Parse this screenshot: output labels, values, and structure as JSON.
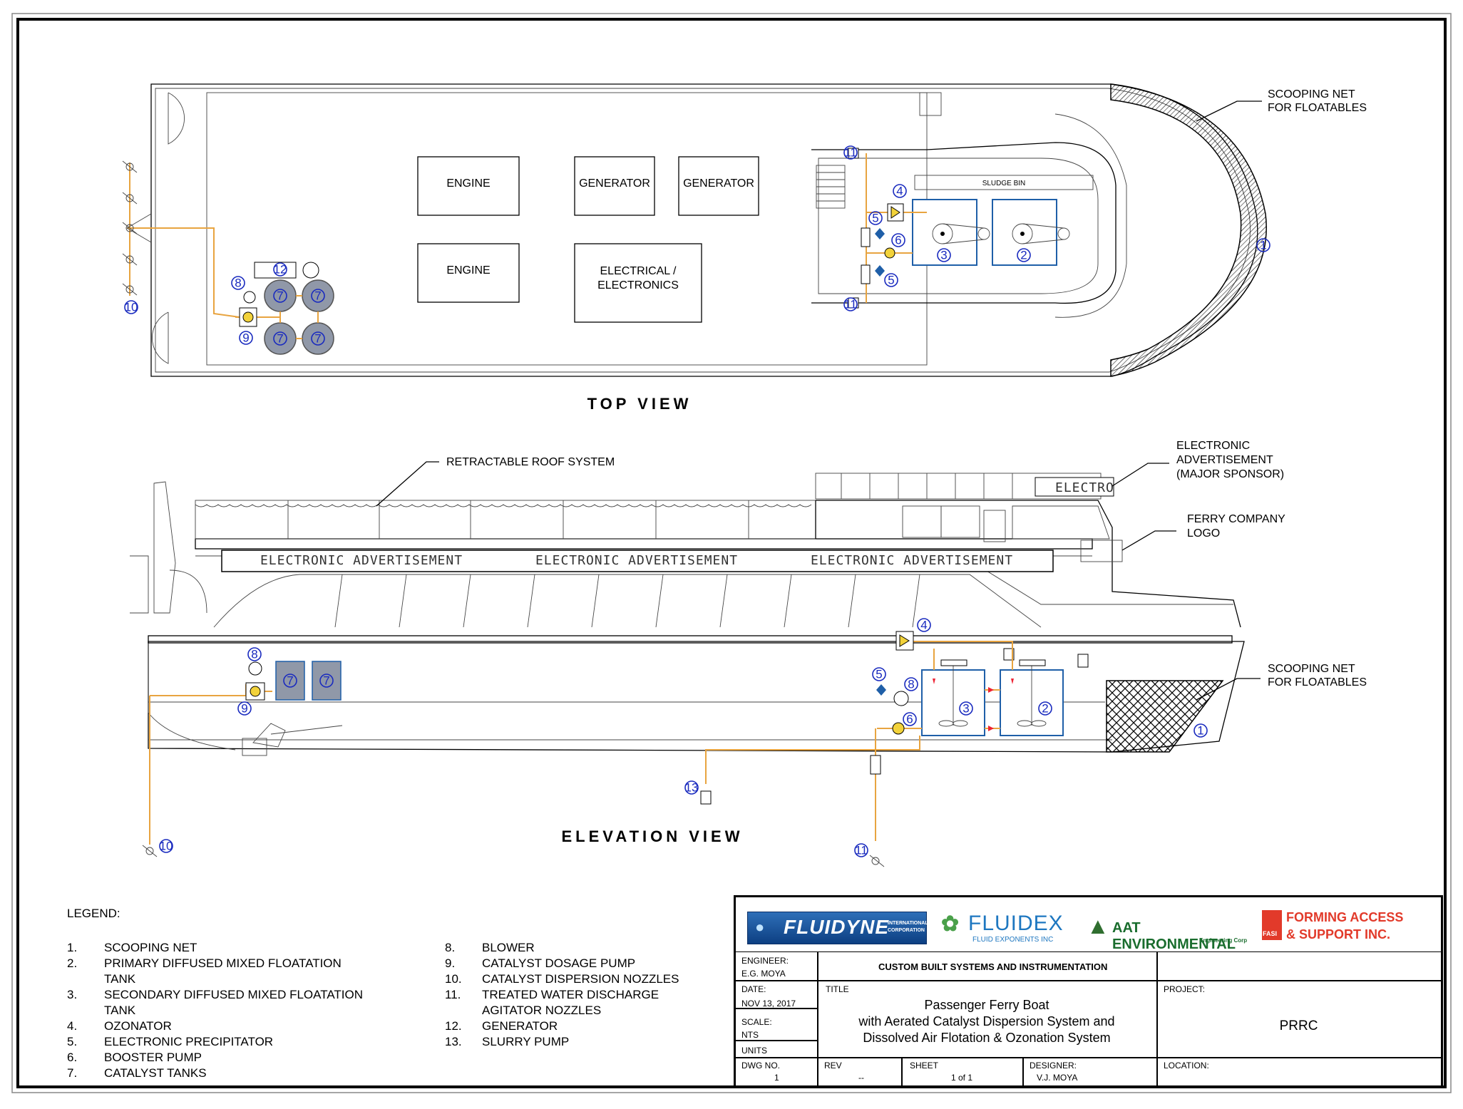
{
  "views": {
    "top_title": "TOP VIEW",
    "elevation_title": "ELEVATION VIEW"
  },
  "top_view": {
    "boxes": {
      "engine_1": "ENGINE",
      "engine_2": "ENGINE",
      "generator_1": "GENERATOR",
      "generator_2": "GENERATOR",
      "electrical_line1": "ELECTRICAL /",
      "electrical_line2": "ELECTRONICS",
      "sludge_bin": "SLUDGE BIN"
    }
  },
  "callouts": {
    "scooping_net_top_1": "SCOOPING NET",
    "scooping_net_top_2": "FOR FLOATABLES",
    "retractable_roof": "RETRACTABLE ROOF SYSTEM",
    "electronic_ad_1": "ELECTRONIC",
    "electronic_ad_2": "ADVERTISEMENT",
    "electronic_ad_3": "(MAJOR SPONSOR)",
    "ferry_logo_1": "FERRY COMPANY",
    "ferry_logo_2": "LOGO",
    "scooping_net_elev_1": "SCOOPING NET",
    "scooping_net_elev_2": "FOR FLOATABLES"
  },
  "elevation_view": {
    "ad_banner_1": "ELECTRONIC ADVERTISEMENT",
    "ad_banner_2": "ELECTRONIC ADVERTISEMENT",
    "ad_banner_3": "ELECTRONIC ADVERTISEMENT",
    "ad_sign": "ELECTRO"
  },
  "component_numbers": [
    "1",
    "2",
    "3",
    "4",
    "5",
    "6",
    "7",
    "8",
    "9",
    "10",
    "11",
    "12",
    "13"
  ],
  "legend": {
    "title": "LEGEND:",
    "items": [
      {
        "n": "1.",
        "t": "SCOOPING NET"
      },
      {
        "n": "2.",
        "t": "PRIMARY DIFFUSED MIXED FLOATATION TANK"
      },
      {
        "n": "3.",
        "t": "SECONDARY DIFFUSED MIXED FLOATATION TANK"
      },
      {
        "n": "4.",
        "t": "OZONATOR"
      },
      {
        "n": "5.",
        "t": "ELECTRONIC PRECIPITATOR"
      },
      {
        "n": "6.",
        "t": "BOOSTER PUMP"
      },
      {
        "n": "7.",
        "t": "CATALYST TANKS"
      },
      {
        "n": "8.",
        "t": "BLOWER"
      },
      {
        "n": "9.",
        "t": "CATALYST DOSAGE PUMP"
      },
      {
        "n": "10.",
        "t": "CATALYST DISPERSION NOZZLES"
      },
      {
        "n": "11.",
        "t": "TREATED WATER DISCHARGE"
      },
      {
        "n": "",
        "t": "AGITATOR NOZZLES"
      },
      {
        "n": "12.",
        "t": "GENERATOR"
      },
      {
        "n": "13.",
        "t": "SLURRY PUMP"
      }
    ]
  },
  "title_block": {
    "logos": {
      "fluidyne": "FLUIDYNE",
      "fluidyne_sub1": "INTERNATIONAL",
      "fluidyne_sub2": "CORPORATION",
      "fluidex": "FLUIDEX",
      "fluidex_sub": "FLUID EXPONENTS INC",
      "maat": "AAT ENVIRONMENTAL",
      "maat_sub": "Engineering Corp",
      "fasi_1": "FORMING ACCESS",
      "fasi_2": "& SUPPORT INC.",
      "fasi_badge": "FASI"
    },
    "engineer_label": "ENGINEER:",
    "engineer": "E.G. MOYA",
    "company_line": "CUSTOM BUILT SYSTEMS AND INSTRUMENTATION",
    "date_label": "DATE:",
    "date": "NOV 13, 2017",
    "title_label": "TITLE",
    "title_1": "Passenger Ferry Boat",
    "title_2": "with Aerated Catalyst Dispersion System and",
    "title_3": "Dissolved Air Flotation & Ozonation System",
    "scale_label": "SCALE:",
    "scale": "NTS",
    "units_label": "UNITS",
    "project_label": "PROJECT:",
    "project": "PRRC",
    "dwg_label": "DWG NO.",
    "dwg": "1",
    "rev_label": "REV",
    "rev": "--",
    "sheet_label": "SHEET",
    "sheet": "1 of 1",
    "designer_label": "DESIGNER:",
    "designer": "V.J. MOYA",
    "location_label": "LOCATION:"
  },
  "colors": {
    "pipe": "#e8a440",
    "tank_outline": "#1f5fa8",
    "number_blue": "#1a2bbf",
    "catalyst_tank": "#9098a8"
  }
}
